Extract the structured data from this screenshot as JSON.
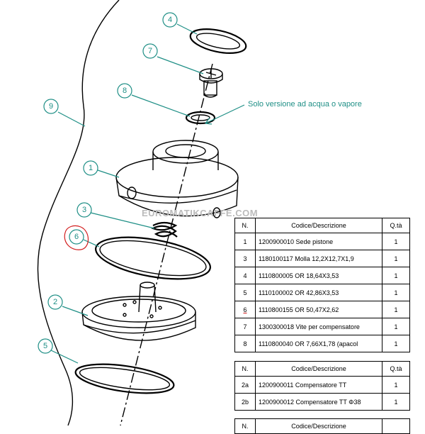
{
  "callouts": [
    {
      "id": "callout-1",
      "label": "1"
    },
    {
      "id": "callout-2",
      "label": "2"
    },
    {
      "id": "callout-3",
      "label": "3"
    },
    {
      "id": "callout-4",
      "label": "4"
    },
    {
      "id": "callout-5",
      "label": "5"
    },
    {
      "id": "callout-6",
      "label": "6"
    },
    {
      "id": "callout-7",
      "label": "7"
    },
    {
      "id": "callout-8",
      "label": "8"
    },
    {
      "id": "callout-9",
      "label": "9"
    }
  ],
  "note": "Solo versione ad acqua o vapore",
  "watermark": "EUROMATIKCAFFE.COM",
  "main_table": {
    "headers": {
      "n": "N.",
      "desc": "Codice/Descrizione",
      "qty": "Q.tà"
    },
    "rows": [
      {
        "n": "1",
        "desc": "1200900010 Sede pistone",
        "qty": "1"
      },
      {
        "n": "3",
        "desc": "1180100117 Molla 12,2X12,7X1,9",
        "qty": "1"
      },
      {
        "n": "4",
        "desc": "1110800005 OR 18,64X3,53",
        "qty": "1"
      },
      {
        "n": "5",
        "desc": "1110100002 OR 42,86X3,53",
        "qty": "1"
      },
      {
        "n": "6",
        "desc": "1110800155 OR 50,47X2,62",
        "qty": "1"
      },
      {
        "n": "7",
        "desc": "1300300018 Vite per compensatore",
        "qty": "1"
      },
      {
        "n": "8",
        "desc": "1110800040 OR 7,66X1,78 (apacol",
        "qty": "1"
      }
    ]
  },
  "comp_table": {
    "headers": {
      "n": "N.",
      "desc": "Codice/Descrizione",
      "qty": "Q.tà"
    },
    "rows": [
      {
        "n": "2a",
        "desc": "1200900011 Compensatore TT",
        "qty": "1"
      },
      {
        "n": "2b",
        "desc": "1200900012 Compensatore TT Φ38",
        "qty": "1"
      }
    ]
  },
  "extra_table": {
    "headers": {
      "n": "N.",
      "desc": "Codice/Descrizione"
    }
  },
  "colors": {
    "callout": "#1f8f86",
    "highlight": "#d21d1d",
    "line": "#000000"
  }
}
